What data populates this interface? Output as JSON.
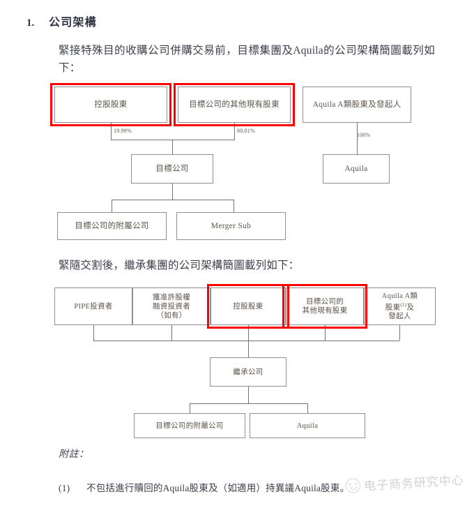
{
  "heading": {
    "number": "1.",
    "title": "公司架構"
  },
  "paragraphs": {
    "intro_1": "緊接特殊目的收購公司併購交易前，目標集團及Aquila的公司架構簡圖載列如下：",
    "intro_2": "緊隨交割後，繼承集團的公司架構簡圖載列如下："
  },
  "diagram_1": {
    "nodes": {
      "controlling_shareholder": "控股股東",
      "other_existing_shareholders": "目標公司的其他現有股東",
      "aquila_class_a": "Aquila A類股東及發起人",
      "target_company": "目標公司",
      "aquila": "Aquila",
      "target_subsidiary": "目標公司的附屬公司",
      "merger_sub": "Merger Sub"
    },
    "percentages": {
      "controlling": "19.99%",
      "other_existing": "80.01%",
      "aquila_class_a": "100%"
    },
    "highlighted": [
      "控股股東",
      "目標公司的其他現有股東"
    ]
  },
  "diagram_2": {
    "nodes": {
      "pipe_investor": "PIPE投資者",
      "equity_financing_investor_l1": "獲准許股權",
      "equity_financing_investor_l2": "融資投資者",
      "equity_financing_investor_l3": "（如有）",
      "controlling_shareholder": "控股股東",
      "other_existing_l1": "目標公司的",
      "other_existing_l2": "其他現有股東",
      "aquila_class_a_l1": "Aquila A類",
      "aquila_class_a_l2_pre": "股東",
      "aquila_class_a_l2_sup": "(1)",
      "aquila_class_a_l2_post": "及",
      "aquila_class_a_l3": "發起人",
      "successor_company": "繼承公司",
      "target_subsidiary": "目標公司的附屬公司",
      "aquila": "Aquila"
    },
    "highlighted": [
      "控股股東",
      "目標公司的其他現有股東"
    ]
  },
  "notes": {
    "label": "附註：",
    "items": [
      {
        "mark": "(1)",
        "text": "不包括進行贖回的Aquila股東及（如適用）持異議Aquila股東。"
      }
    ]
  },
  "watermark": {
    "text": "电子商务研究中心",
    "logo_icon": "smiley-circle-logo"
  },
  "colors": {
    "highlight_red": "#ff0000",
    "box_border": "#8d8f93",
    "box_text": "#5c5349",
    "body_text": "#3b3f4a"
  }
}
